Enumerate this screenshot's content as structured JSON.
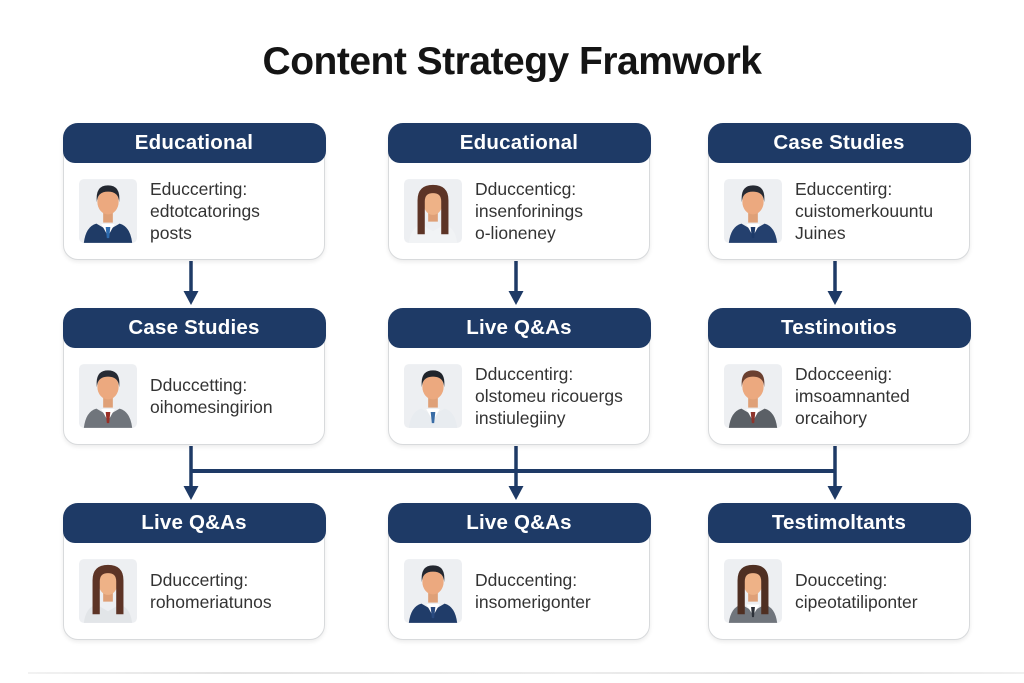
{
  "title": "Content Strategy Framwork",
  "colors": {
    "page_bg": "#ffffff",
    "navy": "#1e3a66",
    "card_border": "#d8dadc",
    "title_text": "#141414",
    "body_text": "#333333",
    "avatar_bg": "#edeff2"
  },
  "cards": [
    {
      "title": "Educational",
      "body": "Educcerting:\nedtotcatorings\nposts",
      "avatar": {
        "name": "man-navy-suit-blue-tie-avatar",
        "type": "male",
        "hair": "#232730",
        "skin": "#eca97f",
        "top": "#1f3b66",
        "shirt": "#ffffff",
        "tie": "#2e6cb0"
      }
    },
    {
      "title": "Educational",
      "body": "Dduccenticg:\ninsenforinings\no-lioneney",
      "avatar": {
        "name": "woman-brown-hair-white-blouse-avatar",
        "type": "female",
        "hair": "#5d3426",
        "skin": "#eeb287",
        "top": "#f1f3f5"
      }
    },
    {
      "title": "Case Studies",
      "body": "Educcentirg:\ncuistomerkouuntu\nJuines",
      "avatar": {
        "name": "man-navy-suit-avatar",
        "type": "male",
        "hair": "#262a33",
        "skin": "#eca97f",
        "top": "#24406e",
        "shirt": "#ffffff",
        "tie": "#1d3a69"
      }
    },
    {
      "title": "Case Studies",
      "body": "Dduccetting:\noihomesingirion",
      "avatar": {
        "name": "man-gray-suit-red-tie-avatar",
        "type": "male",
        "hair": "#262a33",
        "skin": "#eca97f",
        "top": "#70757c",
        "shirt": "#ffffff",
        "tie": "#992f26"
      }
    },
    {
      "title": "Live Q&As",
      "body": "Dduccentirg:\nolstomeu ricouergs\ninstiulegiiny",
      "avatar": {
        "name": "man-white-shirt-blue-tie-avatar",
        "type": "male",
        "hair": "#20242b",
        "skin": "#eca97f",
        "top": "#e8ecf0",
        "shirt": "#ffffff",
        "tie": "#3a6da6"
      }
    },
    {
      "title": "Testinoıtios",
      "body": "Ddocceenig:\nimsoamnanted\norcaihory",
      "avatar": {
        "name": "man-brown-hair-dark-suit-avatar",
        "type": "male",
        "hair": "#6b4030",
        "skin": "#eca97f",
        "top": "#5b6066",
        "shirt": "#ffffff",
        "tie": "#8e352c"
      }
    },
    {
      "title": "Live Q&As",
      "body": "Dduccerting:\nrohomeriatunos",
      "avatar": {
        "name": "woman-brown-hair-gray-blouse-avatar",
        "type": "female",
        "hair": "#5d3426",
        "skin": "#eeb287",
        "top": "#e2e5e8"
      }
    },
    {
      "title": "Live Q&As",
      "body": "Dduccenting:\ninsomerigonter",
      "avatar": {
        "name": "man-navy-suit-avatar",
        "type": "male",
        "hair": "#232730",
        "skin": "#eca97f",
        "top": "#203c69",
        "shirt": "#ffffff",
        "tie": "#2a4b80"
      }
    },
    {
      "title": "Testimoltants",
      "body": "Doucceting:\ncipeotatiliponter",
      "avatar": {
        "name": "woman-dark-hair-gray-suit-avatar",
        "type": "female",
        "hair": "#4f2f22",
        "skin": "#eeb287",
        "top": "#70757c",
        "shirt": "#ffffff",
        "tie": "#2c3038"
      }
    }
  ]
}
